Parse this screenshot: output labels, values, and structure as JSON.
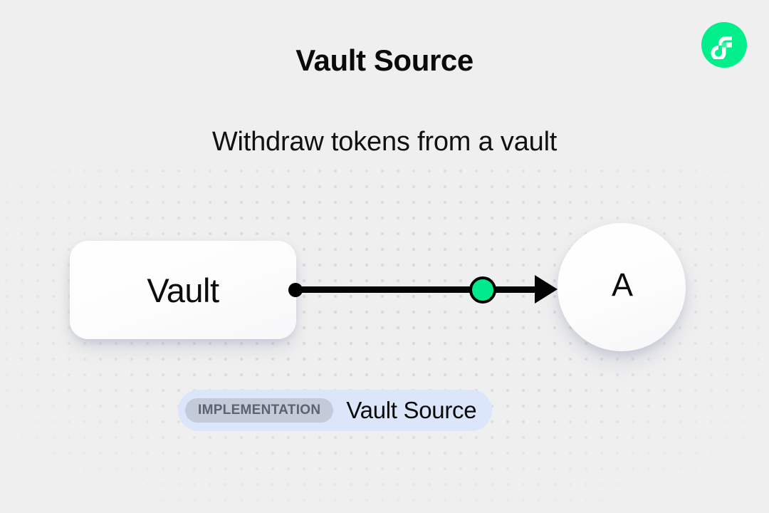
{
  "header": {
    "title": "Vault Source",
    "subtitle": "Withdraw tokens from a vault"
  },
  "logo": {
    "name": "flow-logo",
    "background_color": "#00EF8B",
    "glyph_color": "#FFFFFF"
  },
  "diagram": {
    "background_color": "#EFEFEF",
    "dot_color": "#D9D9DD",
    "nodes": [
      {
        "id": "vault",
        "label": "Vault",
        "shape": "rounded-rectangle"
      },
      {
        "id": "a",
        "label": "A",
        "shape": "circle"
      }
    ],
    "edge": {
      "from": "vault",
      "to": "a",
      "marker_color": "#00E98A",
      "line_color": "#050505",
      "direction": "right"
    }
  },
  "badge": {
    "tag": "IMPLEMENTATION",
    "name": "Vault Source",
    "background_color": "#DCE6FB",
    "tag_background_color": "#C3CAD8",
    "tag_text_color": "#5B6271"
  }
}
